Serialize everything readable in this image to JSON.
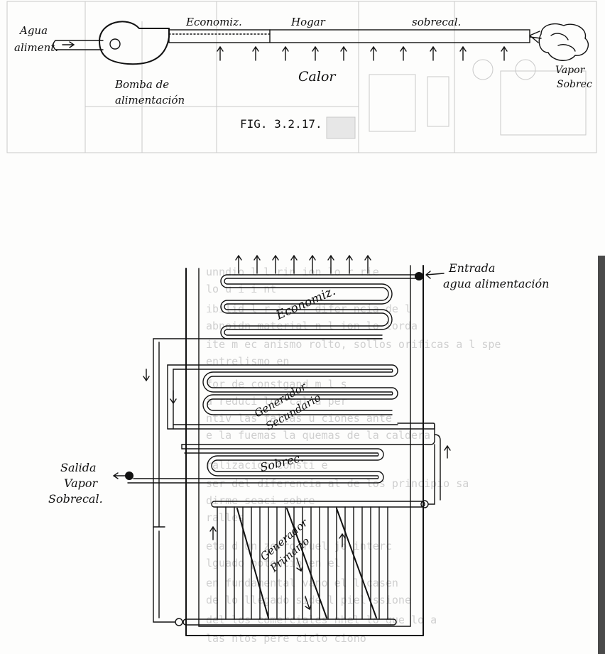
{
  "figure1": {
    "labels": {
      "agua_1": "Agua",
      "agua_2": "aliment.",
      "economiz": "Economiz.",
      "hogar": "Hogar",
      "sobrecal": "sobrecal.",
      "calor": "Calor",
      "bomba_1": "Bomba de",
      "bomba_2": "alimentación",
      "vapor_1": "Vapor",
      "vapor_2": "Sobrec",
      "caption": "FIG. 3.2.17."
    }
  },
  "figure2": {
    "labels": {
      "entrada_1": "Entrada",
      "entrada_2": "agua alimentación",
      "economiz": "Economiz.",
      "generador_sec_1": "Generador",
      "generador_sec_2": "Secundario",
      "sobrec": "Sobrec.",
      "salida_1": "Salida",
      "salida_2": "Vapor",
      "salida_3": "Sobrecal.",
      "generador_pri_1": "Generador",
      "generador_pri_2": "Primario"
    }
  },
  "background_text": {
    "lines": [
      "unndio l                   l  rin  ion  lo r  rie",
      "                                   lo   u  i   i  nt",
      "ibilid     l         r i  t  r  difer ncia  de l",
      "abnoidn  material    n   l           ion  lo lorda",
      "ite m  ec anismo  rolto,   sollos   orificas a l  spe",
      "  entrelismo  en",
      "for  de  constgand m                          l    s",
      "a  reduci   los cal                            a per",
      "ntiv   las  fallas                     u  ciones ante",
      "e la  fuemas   la  quemas   de la  caldera",
      "ralización  consti                                e",
      "ser  del  diferencia  al  de  los  principio  sa",
      "dirme   seaci  sobre",
      "ralles",
      "eta  d  un  zorro  fuel                   jo  interc",
      "lguado   potencio  en  el",
      "en  fundamental                   vano  el  l  casen",
      "de  lo  llegado  side               l  piel  ssione",
      "del  los  comerciales         nhel      lo  que  lo  a",
      "   las  ntos  pere   ciclo             ciono"
    ]
  }
}
